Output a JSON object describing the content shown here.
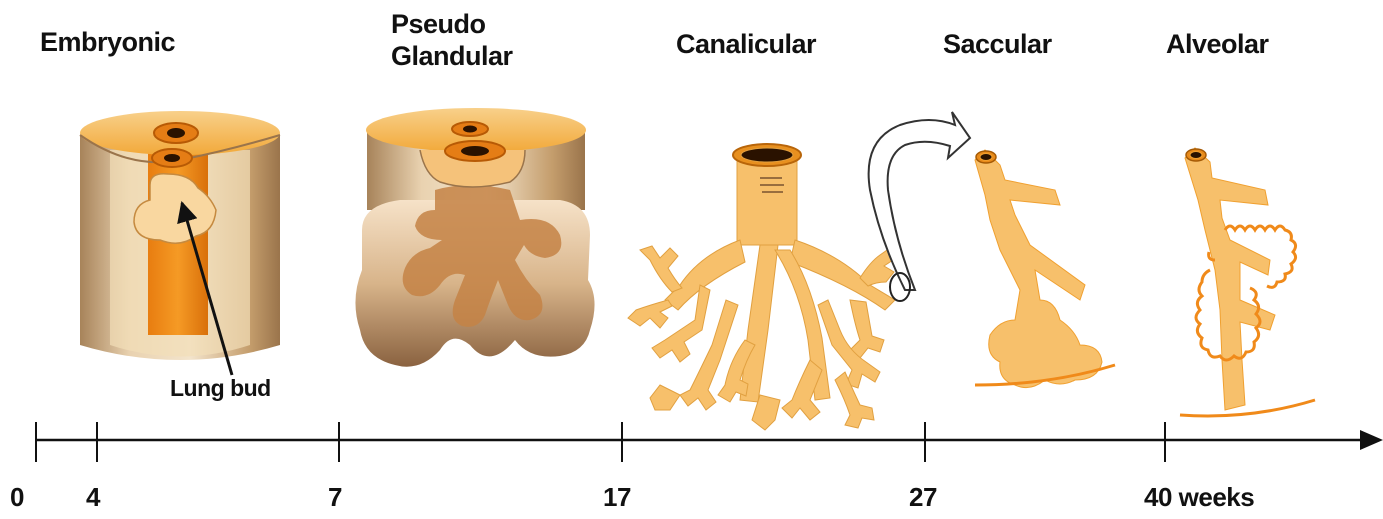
{
  "stages": [
    {
      "id": "embryonic",
      "lines": [
        "Embryonic"
      ]
    },
    {
      "id": "pseudoglandular",
      "lines": [
        "Pseudo",
        "Glandular"
      ]
    },
    {
      "id": "canalicular",
      "lines": [
        "Canalicular"
      ]
    },
    {
      "id": "saccular",
      "lines": [
        "Saccular"
      ]
    },
    {
      "id": "alveolar",
      "lines": [
        "Alveolar"
      ]
    }
  ],
  "callout": {
    "label": "Lung bud"
  },
  "timeline": {
    "ticks": [
      "0",
      "4",
      "7",
      "17",
      "27",
      "40 weeks"
    ]
  },
  "colors": {
    "tube_light": "#f7c06b",
    "tube_mid": "#f4a82a",
    "tube_dark": "#e07a0c",
    "lumen": "#2a1200",
    "tan_light": "#f0dcc0",
    "tan_dark": "#b48a5a",
    "brown": "#7a5230",
    "axis": "#111111"
  }
}
